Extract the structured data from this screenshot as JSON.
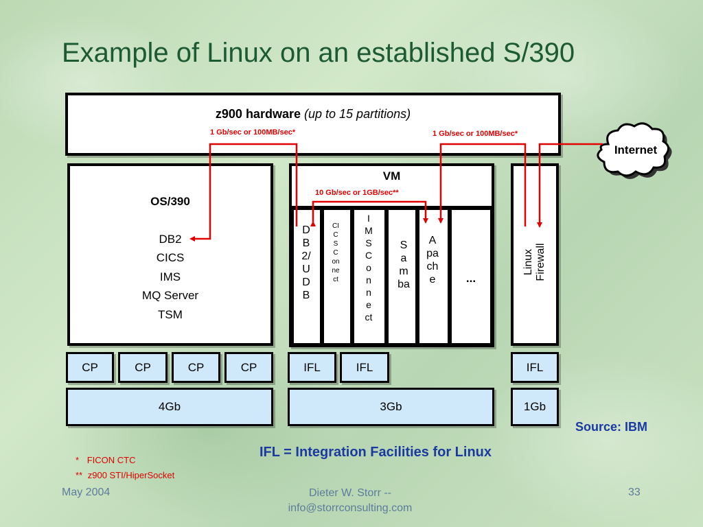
{
  "slide": {
    "title": "Example of Linux on an established S/390",
    "footer_date": "May 2004",
    "footer_author": "Dieter W. Storr --",
    "footer_email": "info@storrconsulting.com",
    "page_number": "33"
  },
  "diagram": {
    "hardware_bold": "z900 hardware",
    "hardware_italic": "(up to 15 partitions)",
    "link_left": "1 Gb/sec or 100MB/sec*",
    "link_right": "1 Gb/sec or 100MB/sec*",
    "internet": "Internet",
    "os390": {
      "title": "OS/390",
      "items": [
        "DB2",
        "CICS",
        "IMS",
        "MQ Server",
        "TSM"
      ]
    },
    "vm": {
      "title": "VM",
      "link": "10 Gb/sec or 1GB/sec**",
      "guests": [
        "DB2/UDB",
        "CICSConnect",
        "IMSConnect",
        "Samba",
        "Apache",
        "..."
      ]
    },
    "linux_firewall": [
      "Linux",
      "Firewall"
    ],
    "processors": [
      "CP",
      "CP",
      "CP",
      "CP",
      "IFL",
      "IFL",
      "IFL"
    ],
    "memory": [
      "4Gb",
      "3Gb",
      "1Gb"
    ],
    "source": "Source: IBM",
    "ifl_definition": "IFL = Integration Facilities for Linux",
    "footnote1_mark": "*",
    "footnote1": "FICON CTC",
    "footnote2_mark": "**",
    "footnote2": "z900 STI/HiperSocket"
  },
  "colors": {
    "title": "#1c5a33",
    "accent_red": "#e00000",
    "box_blue": "#cfe9fb",
    "ifl_text": "#1a3aa0",
    "footer": "#5d7c9b"
  }
}
